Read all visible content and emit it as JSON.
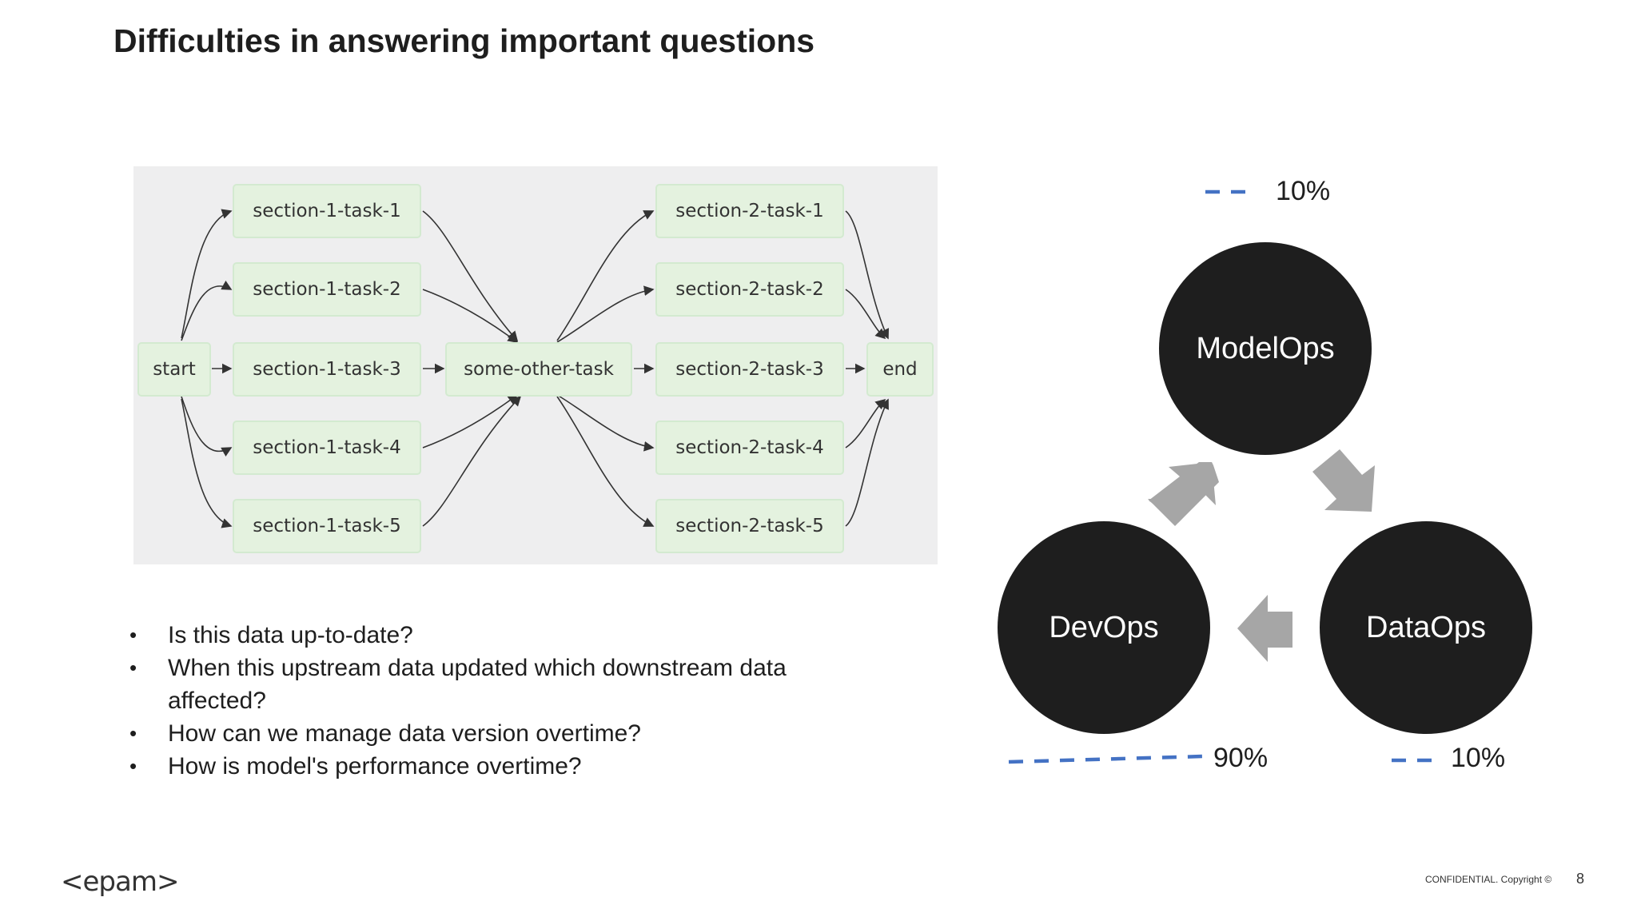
{
  "slide": {
    "title": "Difficulties in answering important questions",
    "page_number": "8",
    "confidential": "CONFIDENTIAL. Copyright ©",
    "logo_text": "<epam>"
  },
  "dag": {
    "nodes": {
      "start": "start",
      "s1t1": "section-1-task-1",
      "s1t2": "section-1-task-2",
      "s1t3": "section-1-task-3",
      "s1t4": "section-1-task-4",
      "s1t5": "section-1-task-5",
      "other": "some-other-task",
      "s2t1": "section-2-task-1",
      "s2t2": "section-2-task-2",
      "s2t3": "section-2-task-3",
      "s2t4": "section-2-task-4",
      "s2t5": "section-2-task-5",
      "end": "end"
    },
    "colors": {
      "background": "#eeeeef",
      "node_fill": "#e4f2df",
      "node_border": "#d3ead0",
      "edge": "#333333"
    }
  },
  "questions": [
    "Is this data up-to-date?",
    "When this upstream data updated which downstream data affected?",
    "How can we manage data version overtime?",
    "How is model's performance overtime?"
  ],
  "cycle": {
    "modelops": {
      "label": "ModelOps",
      "percent": "10%"
    },
    "dataops": {
      "label": "DataOps",
      "percent": "10%"
    },
    "devops": {
      "label": "DevOps",
      "percent": "90%"
    },
    "colors": {
      "circle": "#1e1e1e",
      "arrow": "#a6a6a6",
      "dash": "#4472c4"
    }
  }
}
